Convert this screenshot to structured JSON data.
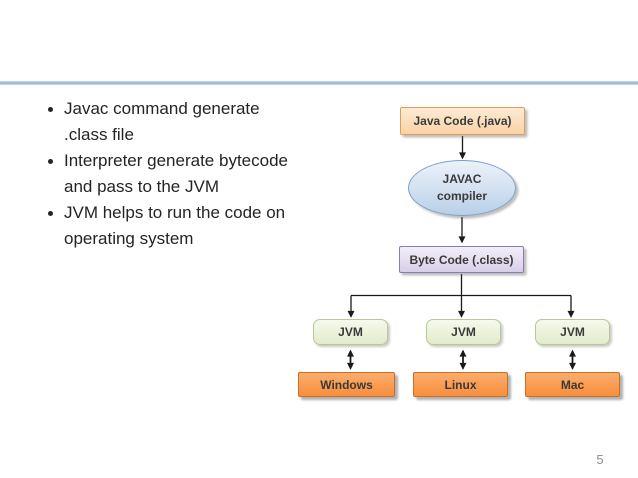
{
  "slide": {
    "page_number": "5"
  },
  "bullets": {
    "items": [
      "Javac command generate\n.class file",
      "Interpreter generate bytecode\nand pass to the JVM",
      "JVM helps to run the code on\noperating system"
    ]
  },
  "diagram": {
    "java_code_label": "Java Code (.java)",
    "javac_compiler_label": "JAVAC\ncompiler",
    "byte_code_label": "Byte Code (.class)",
    "jvm_labels": [
      "JVM",
      "JVM",
      "JVM"
    ],
    "os_labels": [
      "Windows",
      "Linux",
      "Mac"
    ]
  },
  "colors": {
    "accent-line": "#8FB2D8",
    "accent-line-light": "#CFDDEE",
    "text": "#242424",
    "box-text": "#3A3A3A",
    "java-fill-top": "#FDEBD5",
    "java-fill-bottom": "#F9D3A6",
    "java-border": "#E29D58",
    "ellipse-fill-top": "#EBF2FA",
    "ellipse-fill-bottom": "#B9CFE8",
    "ellipse-border": "#7C9FC9",
    "byte-fill-top": "#F2EEF8",
    "byte-fill-bottom": "#D8CFE9",
    "byte-border": "#8E7CB0",
    "jvm-fill-top": "#F6F9EC",
    "jvm-fill-bottom": "#E2ECCC",
    "jvm-border": "#B9C795",
    "os-fill-top": "#FBAD6C",
    "os-fill-bottom": "#F78E3D",
    "os-border": "#C86F26",
    "connector": "#1A1A1A",
    "page-number": "#8F8F8F"
  }
}
